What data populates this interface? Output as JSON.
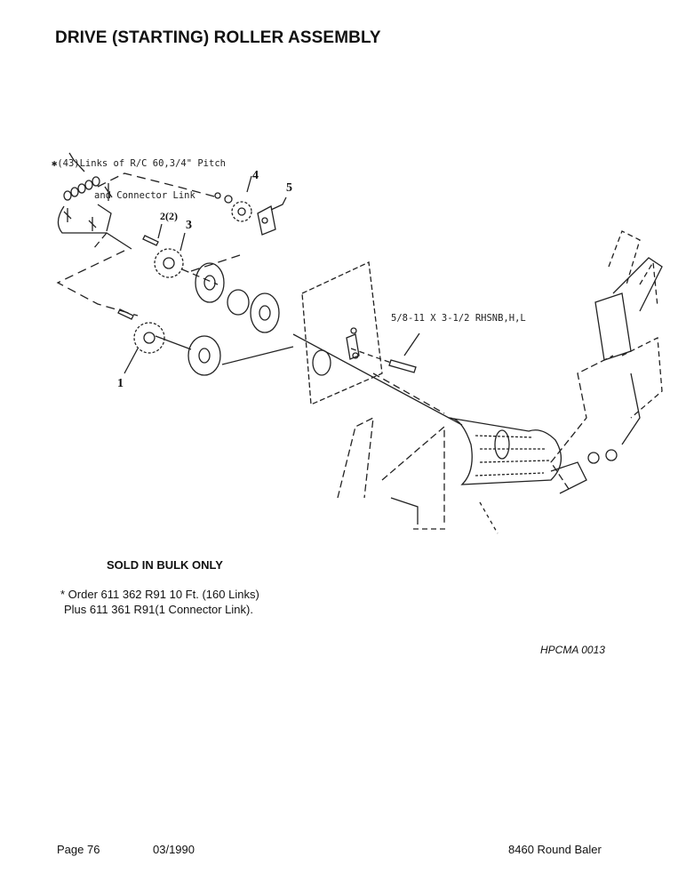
{
  "header": {
    "title": "DRIVE (STARTING) ROLLER ASSEMBLY"
  },
  "diagram": {
    "chain_callout_line1": "✱(43)Links of R/C 60,3/4\" Pitch",
    "chain_callout_line2": "and Connector Link",
    "bolt_callout": "5/8-11 X 3-1/2 RHSNB,H,L",
    "ref_1": "1",
    "ref_2": "2(2)",
    "ref_3": "3",
    "ref_4": "4",
    "ref_5": "5"
  },
  "notes": {
    "bulk": "SOLD IN BULK ONLY",
    "order_line1": "* Order 611 362 R91 10 Ft. (160 Links)",
    "order_line2": "Plus 611 361 R91(1 Connector Link)."
  },
  "figure_code": "HPCMA 0013",
  "footer": {
    "page": "Page 76",
    "date": "03/1990",
    "model": "8460 Round Baler"
  }
}
